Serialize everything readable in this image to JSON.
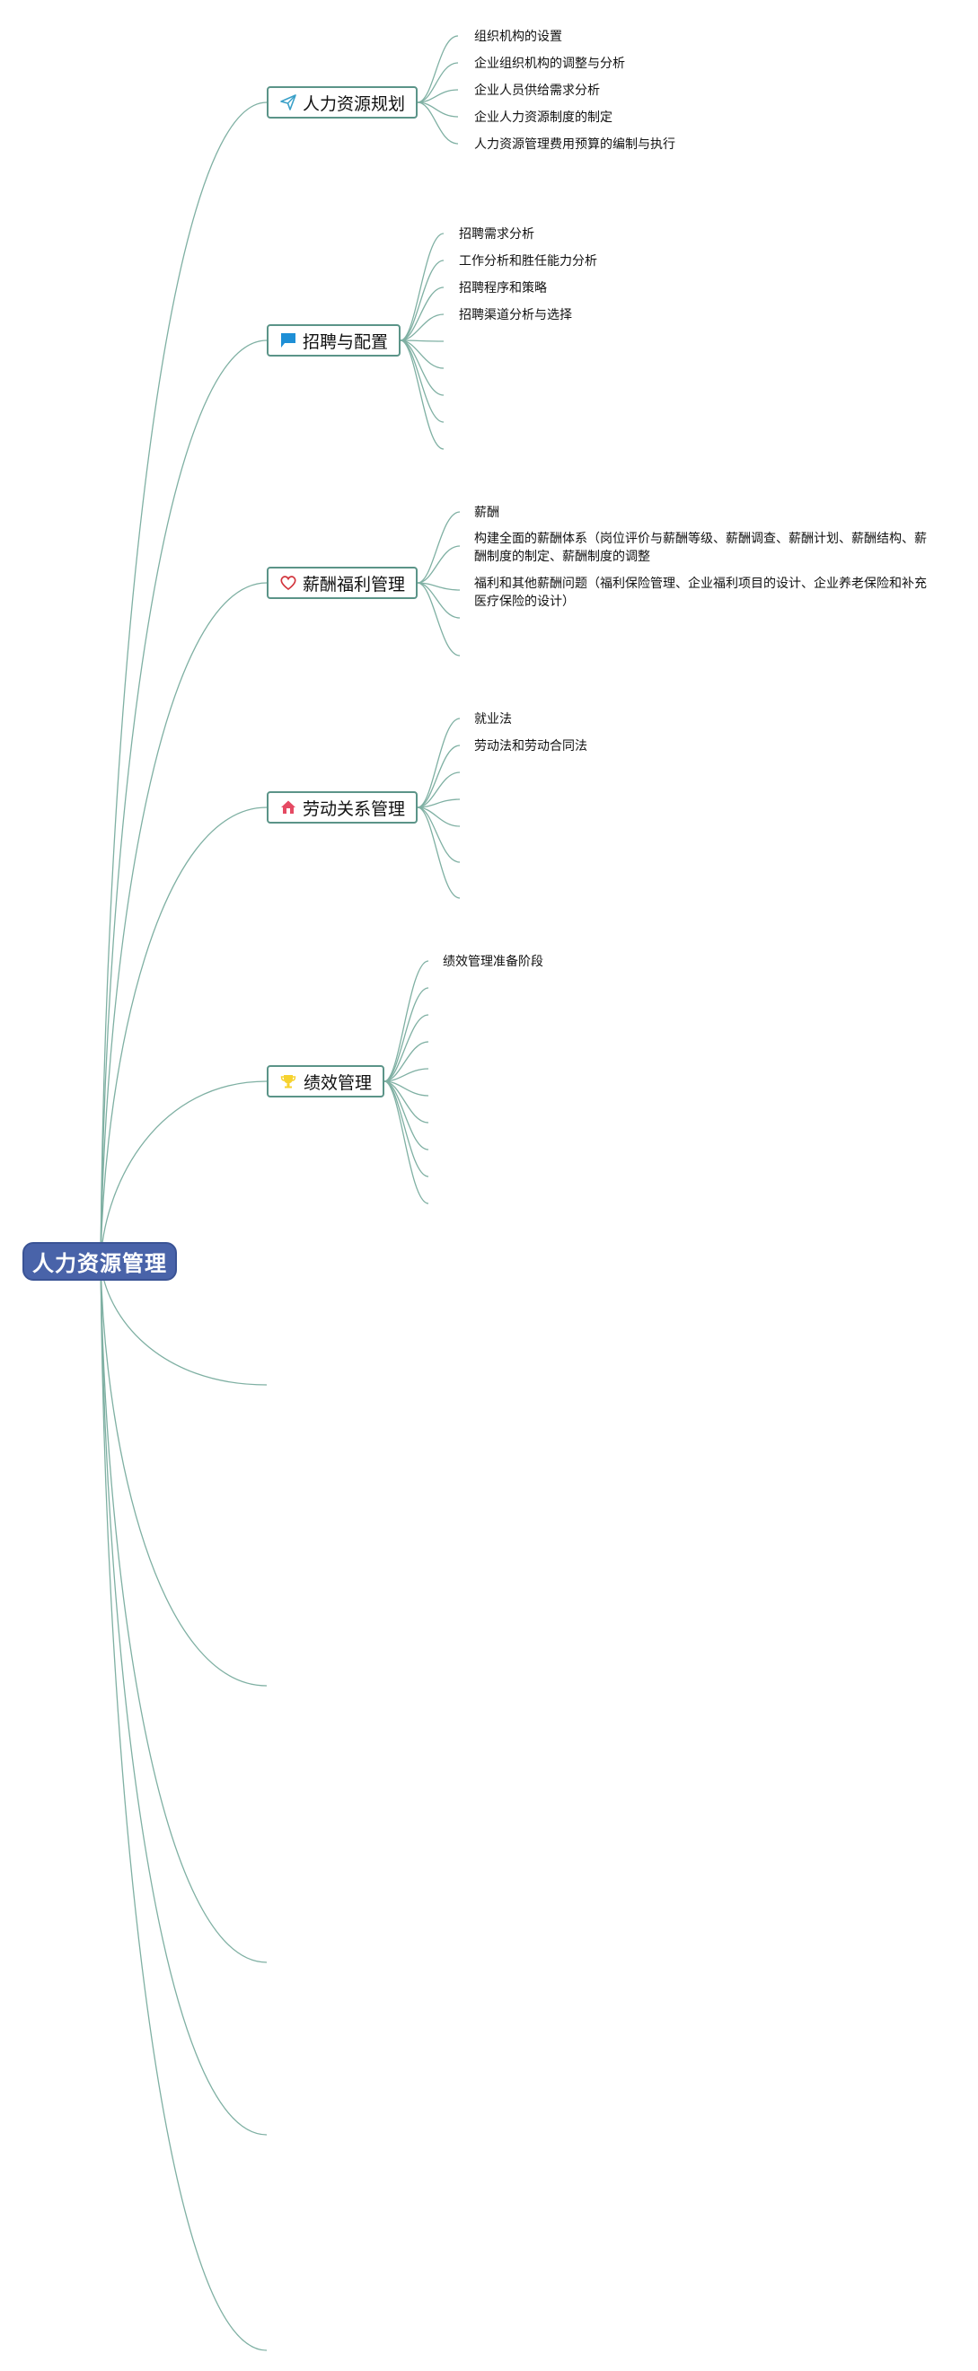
{
  "root": {
    "label": "人力资源管理"
  },
  "topics": [
    {
      "label": "人力资源规划",
      "icon": "paper-plane-icon",
      "children": [
        "组织机构的设置",
        "企业组织机构的调整与分析",
        "企业人员供给需求分析",
        "企业人力资源制度的制定",
        "人力资源管理费用预算的编制与执行"
      ]
    },
    {
      "label": "招聘与配置",
      "icon": "flag-icon",
      "children": [
        "招聘需求分析",
        "工作分析和胜任能力分析",
        "招聘程序和策略",
        "招聘渠道分析与选择"
      ]
    },
    {
      "label": "薪酬福利管理",
      "icon": "heart-icon",
      "children": [
        "薪酬",
        "构建全面的薪酬体系（岗位评价与薪酬等级、薪酬调查、薪酬计划、薪酬结构、薪酬制度的制定、薪酬制度的调整",
        "福利和其他薪酬问题（福利保险管理、企业福利项目的设计、企业养老保险和补充医疗保险的设计）"
      ]
    },
    {
      "label": "劳动关系管理",
      "icon": "home-icon",
      "children": [
        "就业法",
        "劳动法和劳动合同法"
      ]
    },
    {
      "label": "绩效管理",
      "icon": "trophy-icon",
      "children": [
        "绩效管理准备阶段"
      ]
    }
  ],
  "colors": {
    "root_fill": "#4963a9",
    "connector": "#7fb0a3",
    "topic_border": "#5b9488"
  }
}
